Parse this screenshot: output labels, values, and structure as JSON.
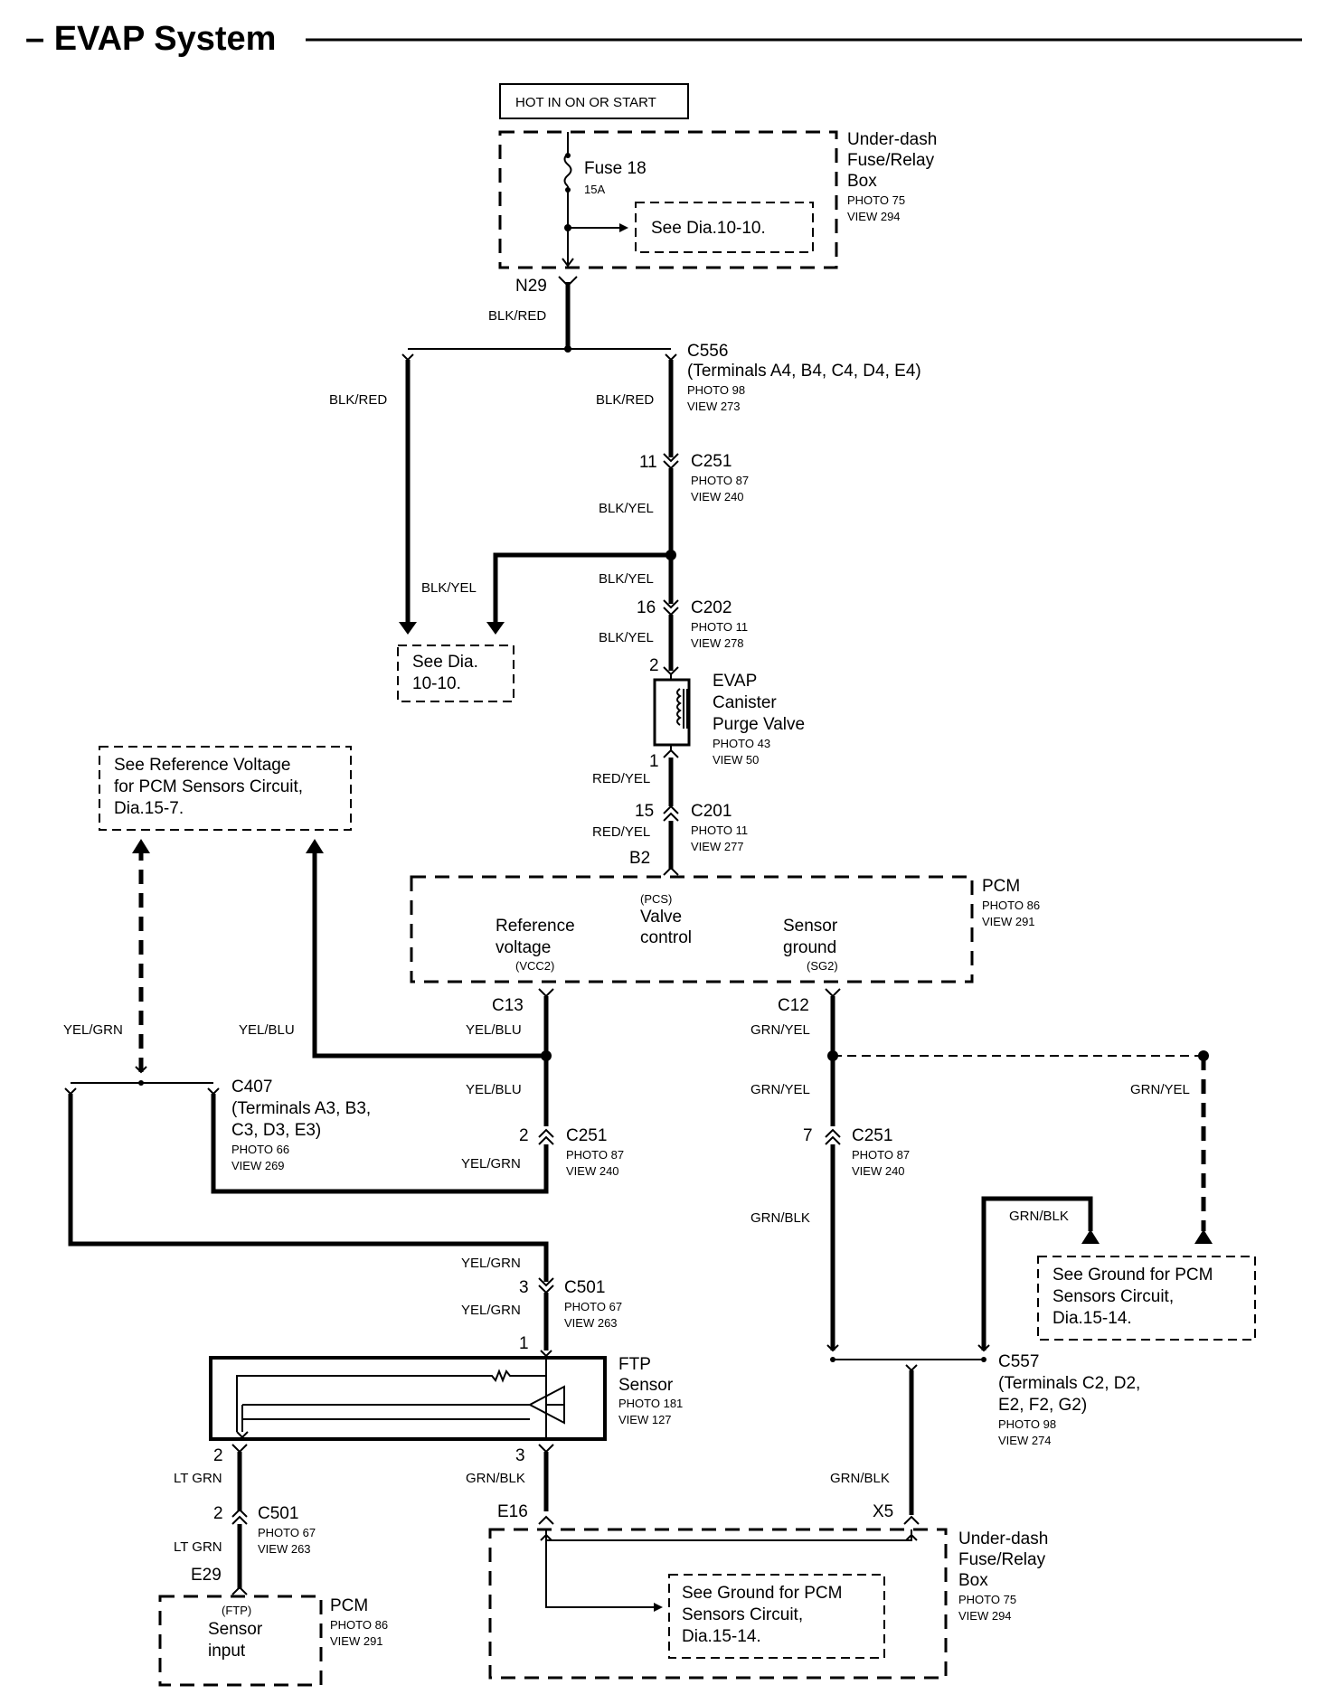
{
  "title": "– EVAP System",
  "hot_label": "HOT IN ON OR START",
  "fuse_box_top": {
    "l1": "Under-dash",
    "l2": "Fuse/Relay",
    "l3": "Box",
    "photo": "PHOTO 75",
    "view": "VIEW 294"
  },
  "fuse": {
    "name": "Fuse 18",
    "rating": "15A"
  },
  "see_dia_top": "See Dia.10-10.",
  "conn_n29": "N29",
  "w_blkred_1": "BLK/RED",
  "w_blkred_2": "BLK/RED",
  "w_blkred_3": "BLK/RED",
  "c556": {
    "name": "C556",
    "terms": "(Terminals A4, B4, C4, D4, E4)",
    "photo": "PHOTO 98",
    "view": "VIEW 273"
  },
  "c251_a": {
    "pin": "11",
    "name": "C251",
    "photo": "PHOTO 87",
    "view": "VIEW 240"
  },
  "w_blkyel_1": "BLK/YEL",
  "w_blkyel_2": "BLK/YEL",
  "w_blkyel_3": "BLK/YEL",
  "w_blkyel_4": "BLK/YEL",
  "see_dia_left": {
    "l1": "See Dia.",
    "l2": "10-10."
  },
  "c202": {
    "pin": "16",
    "name": "C202",
    "photo": "PHOTO 11",
    "view": "VIEW 278"
  },
  "valve": {
    "pin_top": "2",
    "pin_bot": "1",
    "l1": "EVAP",
    "l2": "Canister",
    "l3": "Purge Valve",
    "photo": "PHOTO 43",
    "view": "VIEW 50"
  },
  "w_redyel_1": "RED/YEL",
  "w_redyel_2": "RED/YEL",
  "c201": {
    "pin": "15",
    "name": "C201",
    "photo": "PHOTO 11",
    "view": "VIEW 277"
  },
  "conn_b2": "B2",
  "ref_voltage_box": {
    "l1": "See Reference Voltage",
    "l2": "for PCM Sensors Circuit,",
    "l3": "Dia.15-7."
  },
  "pcm_main": {
    "name": "PCM",
    "photo": "PHOTO 86",
    "view": "VIEW 291",
    "pcs": "(PCS)",
    "valve1": "Valve",
    "valve2": "control",
    "ref1": "Reference",
    "ref2": "voltage",
    "vcc2": "(VCC2)",
    "sg1": "Sensor",
    "sg2": "ground",
    "sg3": "(SG2)"
  },
  "conn_c13": "C13",
  "conn_c12": "C12",
  "w_yelgrn_1": "YEL/GRN",
  "w_yelblu_1": "YEL/BLU",
  "w_yelblu_2": "YEL/BLU",
  "w_yelblu_3": "YEL/BLU",
  "w_grnyel_1": "GRN/YEL",
  "w_grnyel_2": "GRN/YEL",
  "w_grnyel_3": "GRN/YEL",
  "c407": {
    "name": "C407",
    "t1": "(Terminals A3, B3,",
    "t2": "C3, D3, E3)",
    "photo": "PHOTO 66",
    "view": "VIEW 269"
  },
  "c251_b": {
    "pin": "2",
    "name": "C251",
    "photo": "PHOTO 87",
    "view": "VIEW 240"
  },
  "w_yelgrn_2": "YEL/GRN",
  "c251_c": {
    "pin": "7",
    "name": "C251",
    "photo": "PHOTO 87",
    "view": "VIEW 240"
  },
  "w_grnblk_1": "GRN/BLK",
  "w_grnblk_2": "GRN/BLK",
  "see_ground_right": {
    "l1": "See Ground for PCM",
    "l2": "Sensors Circuit,",
    "l3": "Dia.15-14."
  },
  "w_yelgrn_3": "YEL/GRN",
  "w_yelgrn_4": "YEL/GRN",
  "c501_a": {
    "pin": "3",
    "name": "C501",
    "photo": "PHOTO 67",
    "view": "VIEW 263"
  },
  "ftp": {
    "pin1": "1",
    "pin2": "2",
    "pin3": "3",
    "l1": "FTP",
    "l2": "Sensor",
    "photo": "PHOTO 181",
    "view": "VIEW 127"
  },
  "c557": {
    "name": "C557",
    "t1": "(Terminals C2, D2,",
    "t2": "E2, F2, G2)",
    "photo": "PHOTO 98",
    "view": "VIEW 274"
  },
  "w_ltgrn_1": "LT GRN",
  "w_ltgrn_2": "LT GRN",
  "c501_b": {
    "pin": "2",
    "name": "C501",
    "photo": "PHOTO 67",
    "view": "VIEW 263"
  },
  "conn_e29": "E29",
  "pcm_bottom": {
    "ftp": "(FTP)",
    "l1": "Sensor",
    "l2": "input",
    "name": "PCM",
    "photo": "PHOTO 86",
    "view": "VIEW 291"
  },
  "w_grnblk_3": "GRN/BLK",
  "w_grnblk_4": "GRN/BLK",
  "conn_e16": "E16",
  "conn_x5": "X5",
  "fuse_box_bottom": {
    "l1": "Under-dash",
    "l2": "Fuse/Relay",
    "l3": "Box",
    "photo": "PHOTO 75",
    "view": "VIEW 294"
  },
  "see_ground_bottom": {
    "l1": "See Ground for PCM",
    "l2": "Sensors Circuit,",
    "l3": "Dia.15-14."
  }
}
